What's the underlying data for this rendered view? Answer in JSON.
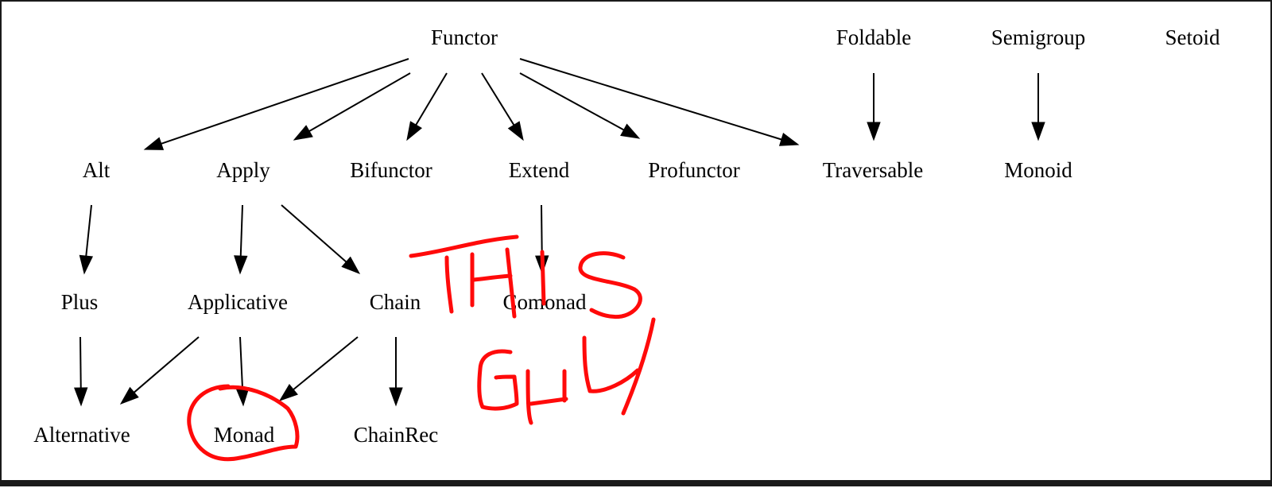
{
  "diagram": {
    "nodes": {
      "functor": "Functor",
      "foldable": "Foldable",
      "semigroup": "Semigroup",
      "setoid": "Setoid",
      "alt": "Alt",
      "apply": "Apply",
      "bifunctor": "Bifunctor",
      "extend": "Extend",
      "profunctor": "Profunctor",
      "traversable": "Traversable",
      "monoid": "Monoid",
      "plus": "Plus",
      "applicative": "Applicative",
      "chain": "Chain",
      "comonad": "Comonad",
      "alternative": "Alternative",
      "monad": "Monad",
      "chainrec": "ChainRec"
    },
    "edges": [
      [
        "functor",
        "alt"
      ],
      [
        "functor",
        "apply"
      ],
      [
        "functor",
        "bifunctor"
      ],
      [
        "functor",
        "extend"
      ],
      [
        "functor",
        "profunctor"
      ],
      [
        "functor",
        "traversable"
      ],
      [
        "foldable",
        "traversable"
      ],
      [
        "semigroup",
        "monoid"
      ],
      [
        "alt",
        "plus"
      ],
      [
        "apply",
        "applicative"
      ],
      [
        "apply",
        "chain"
      ],
      [
        "extend",
        "comonad"
      ],
      [
        "plus",
        "alternative"
      ],
      [
        "applicative",
        "alternative"
      ],
      [
        "applicative",
        "monad"
      ],
      [
        "chain",
        "monad"
      ],
      [
        "chain",
        "chainrec"
      ]
    ]
  },
  "annotation": {
    "handwritten_text": "THIS GUY",
    "color": "#ff0a0a",
    "circled_node": "monad"
  },
  "colors": {
    "ink": "#000000",
    "background": "#ffffff",
    "annotation": "#ff0a0a"
  }
}
